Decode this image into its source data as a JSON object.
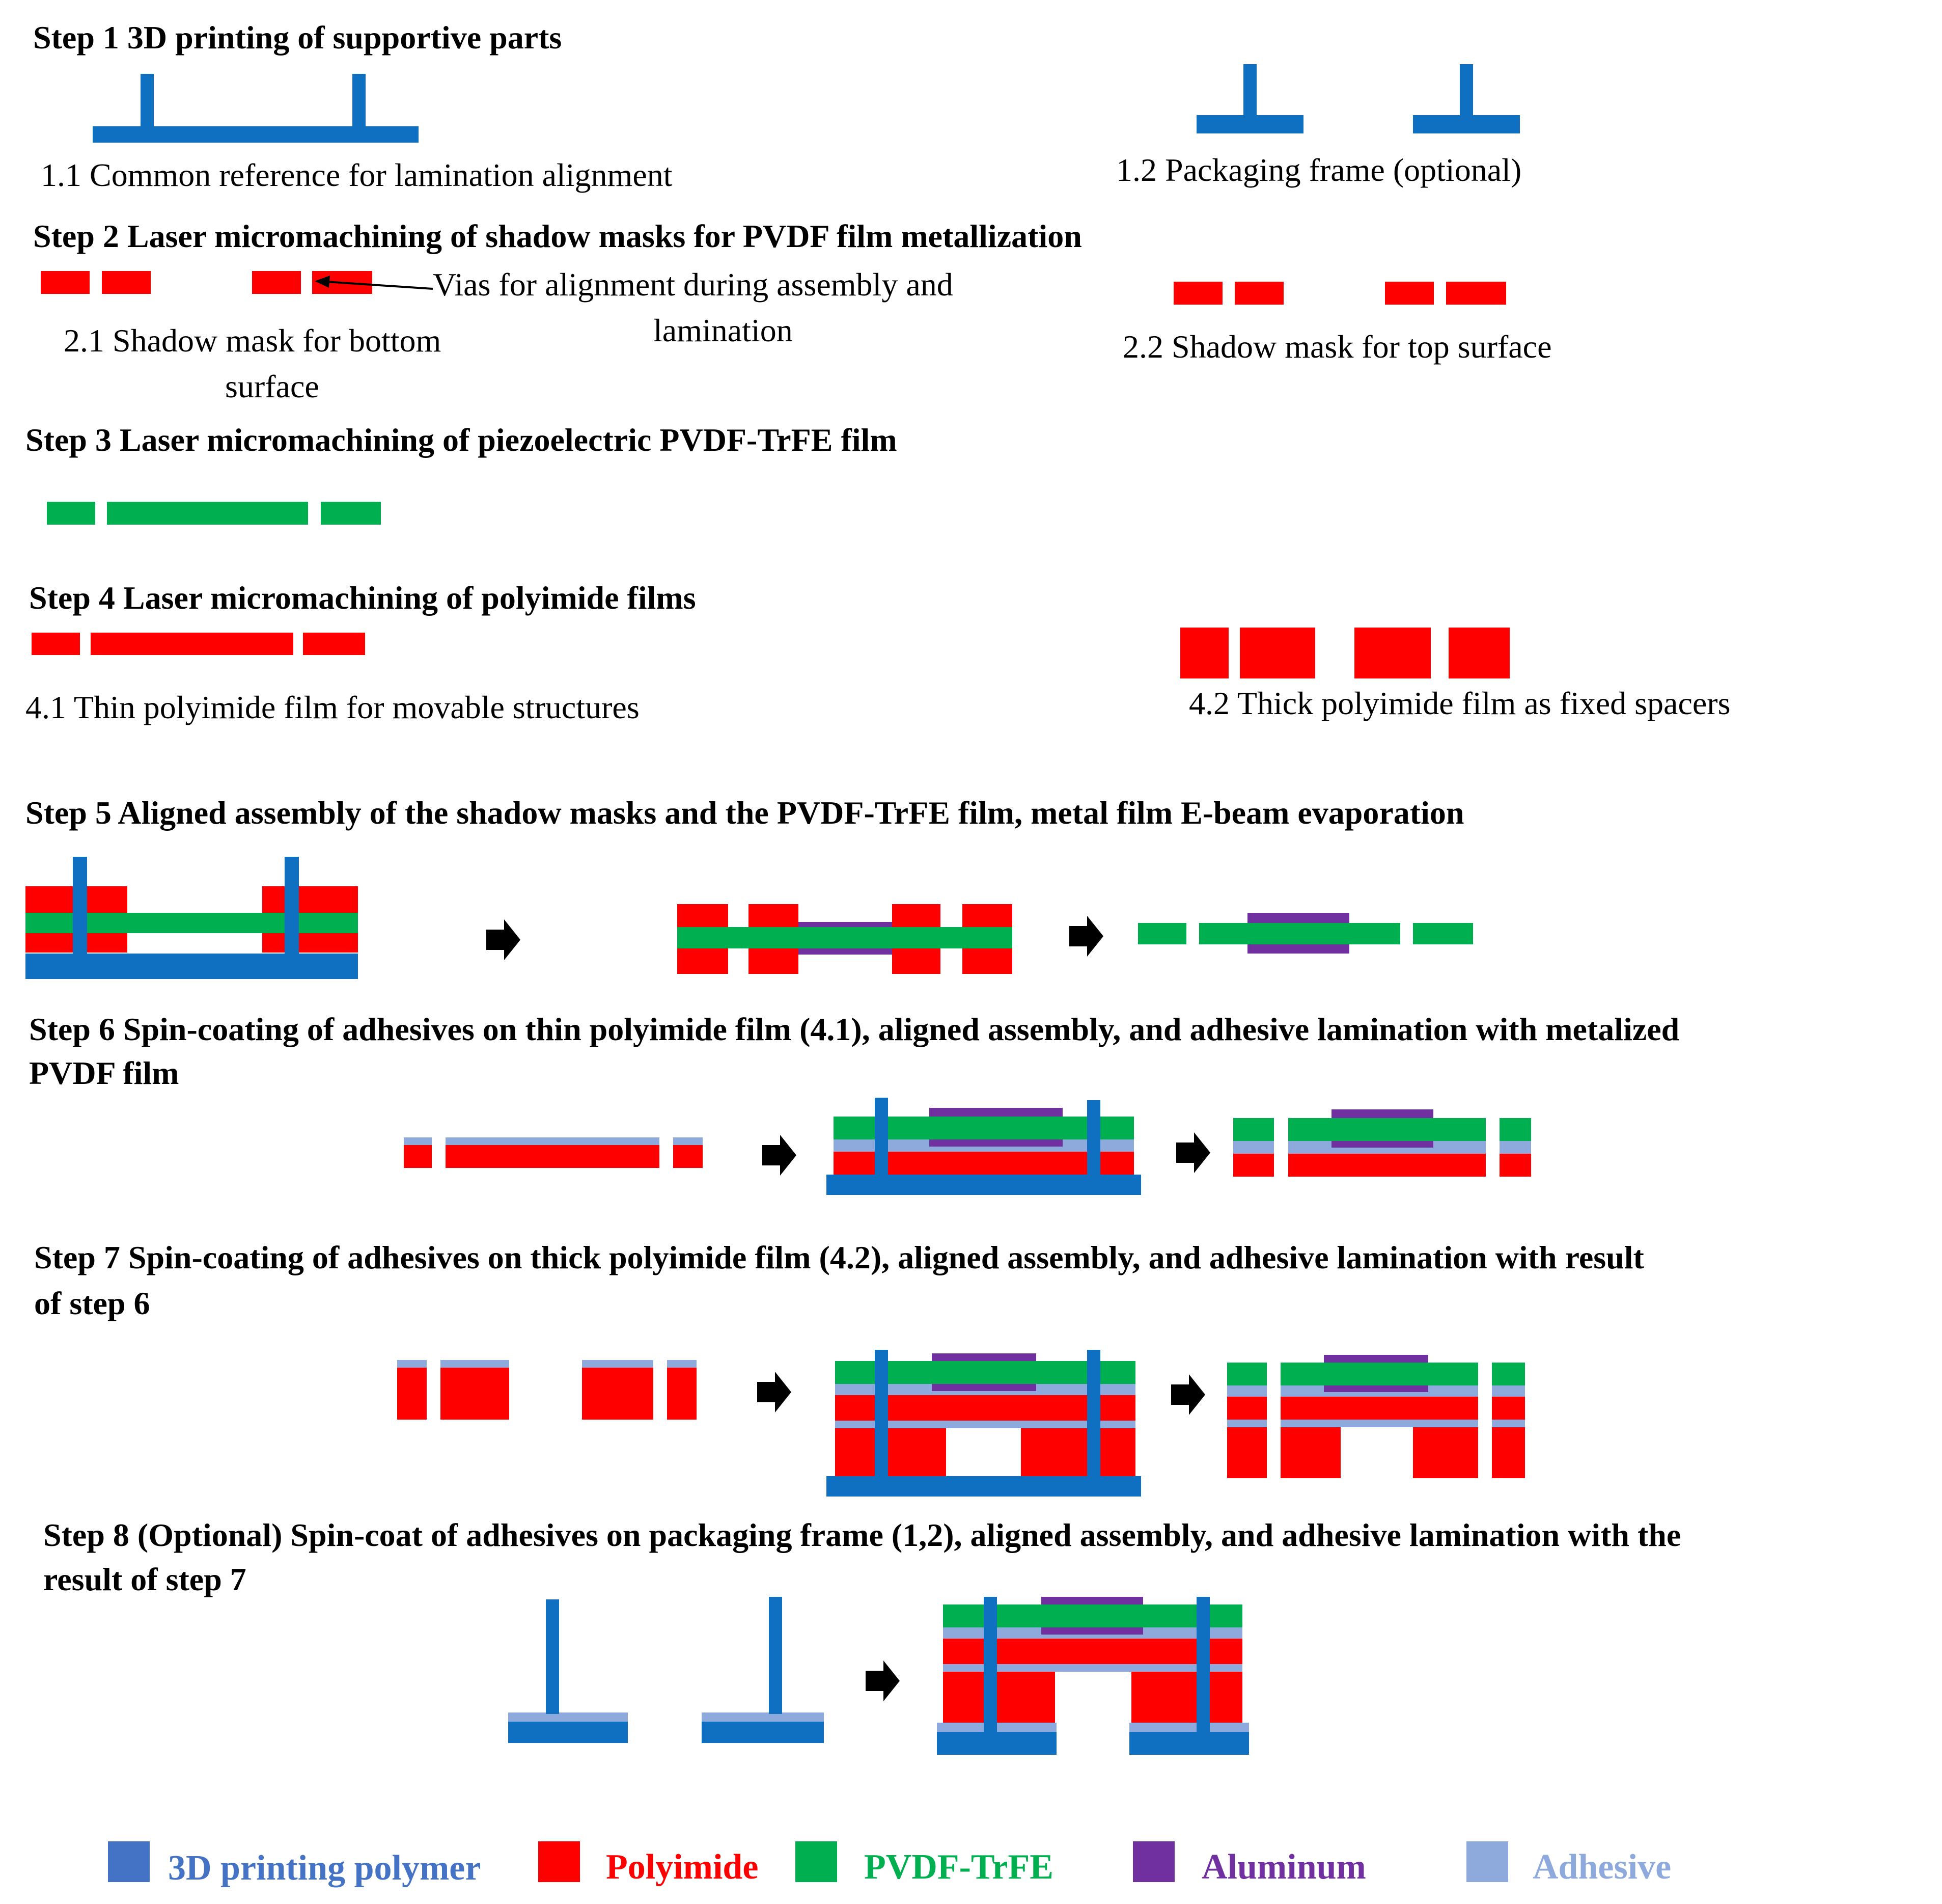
{
  "colors": {
    "polymer": "#0F6FC0",
    "polyimide": "#FF0000",
    "pvdf": "#00B050",
    "aluminum": "#7030A0",
    "adhesive": "#8EA9DB",
    "legend_polymer": "#4472C4",
    "arrow": "#000000"
  },
  "steps": {
    "s1": {
      "title": "Step 1 3D printing of supportive parts",
      "cap1": "1.1 Common reference for lamination alignment",
      "cap2": "1.2 Packaging frame (optional)"
    },
    "s2": {
      "title": "Step 2 Laser micromachining of shadow masks for PVDF film metallization",
      "vias_line1": "Vias for alignment during assembly and",
      "vias_line2": "lamination",
      "cap1_line1": "2.1 Shadow mask for bottom",
      "cap1_line2": "surface",
      "cap2": "2.2 Shadow mask for top surface"
    },
    "s3": {
      "title": "Step 3 Laser micromachining of piezoelectric PVDF-TrFE film"
    },
    "s4": {
      "title": "Step 4 Laser micromachining of polyimide films",
      "cap1": "4.1 Thin polyimide film for movable structures",
      "cap2": "4.2 Thick polyimide film as fixed spacers"
    },
    "s5": {
      "title": "Step 5 Aligned assembly of the shadow masks and the PVDF-TrFE film, metal film E-beam evaporation"
    },
    "s6": {
      "title_line1": "Step 6 Spin-coating of adhesives on thin polyimide film (4.1), aligned assembly, and adhesive lamination with metalized",
      "title_line2": "PVDF film"
    },
    "s7": {
      "title_line1": "Step 7 Spin-coating of adhesives on thick polyimide film (4.2), aligned assembly, and adhesive lamination with result",
      "title_line2": "of step 6"
    },
    "s8": {
      "title_line1": "Step 8 (Optional) Spin-coat of adhesives on packaging frame (1,2), aligned assembly, and adhesive lamination with  the",
      "title_line2": "result of step 7"
    }
  },
  "legend": [
    {
      "label": "3D printing polymer",
      "color": "#4472C4"
    },
    {
      "label": "Polyimide",
      "color": "#FF0000"
    },
    {
      "label": "PVDF-TrFE",
      "color": "#00B050"
    },
    {
      "label": "Aluminum",
      "color": "#7030A0"
    },
    {
      "label": "Adhesive",
      "color": "#8EA9DB"
    }
  ]
}
